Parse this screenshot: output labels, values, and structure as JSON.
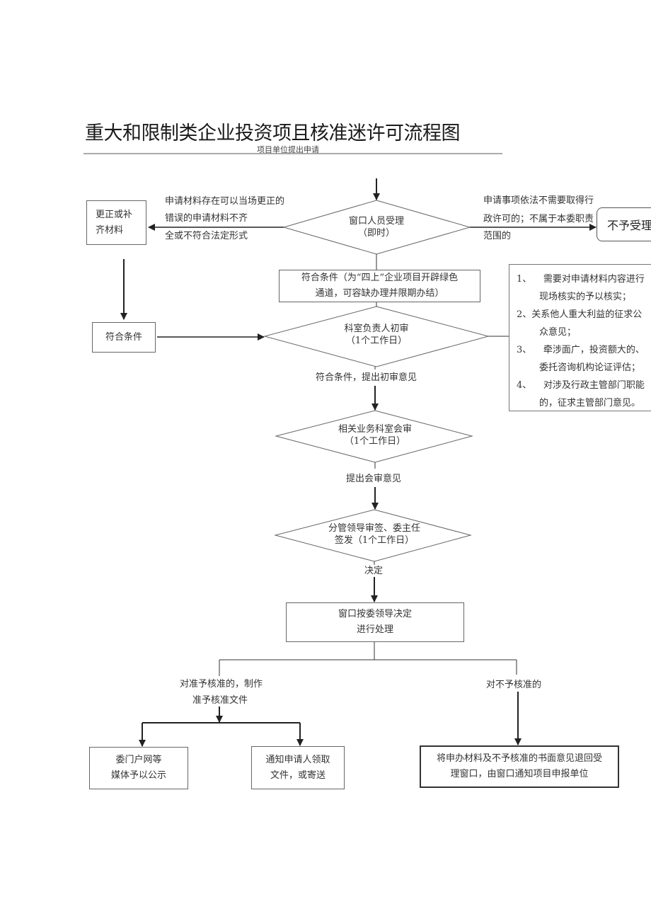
{
  "title": "重大和限制类企业投资项且核准迷许可流程图",
  "subtitle": "项目单位提出申请",
  "nodes": {
    "window_accept": {
      "line1": "窗口人员受理",
      "line2": "（即时）"
    },
    "conditions_green": {
      "line1": "符合条件（为“四上”企业项目开辟绿色",
      "line2": "通道，可容缺办理并限期办结）"
    },
    "chief_review": {
      "line1": "科室负责人初审",
      "line2": "（1个工作日）"
    },
    "joint_review": {
      "line1": "相关业务科室会审",
      "line2": "（1个工作日）"
    },
    "leader_sign": {
      "line1": "分管领导审签、委主任",
      "line2": "签发（1个工作日）"
    },
    "window_process": {
      "line1": "窗口按委领导决定",
      "line2": "进行处理"
    },
    "correct_materials": {
      "line1": "更正或补",
      "line2": "齐材料"
    },
    "meets_conditions": {
      "label": "符合条件"
    },
    "not_accept": {
      "label": "不予受理"
    },
    "publish": {
      "line1": "委门户网等",
      "line2": "媒体予以公示"
    },
    "notify_pickup": {
      "line1": "通知申请人领取",
      "line2": "文件，或寄送"
    },
    "return_materials": {
      "line1": "将申办材料及不予核准的书面意见退回受",
      "line2": "理窗口，由窗口通知项目申报单位"
    }
  },
  "labels": {
    "left_reason": [
      "申请材料存在可以当场更正的",
      "错误的申请材料不齐",
      "全或不符合法定形式"
    ],
    "right_reason": [
      "申请事项依法不需要取得行",
      "政许可的；不属于本委职责",
      "范围的"
    ],
    "pass_initial": "符合条件，提出初审意见",
    "joint_opinion": "提出会审意见",
    "decision": "决定",
    "approve": [
      "对准予核准的，制作",
      "准予核准文件"
    ],
    "reject": "对不予核准的"
  },
  "notes": [
    {
      "num": "1、",
      "line1": "需要对申请材料内容进行",
      "line2": "现场核实的予以核实；"
    },
    {
      "num": "2、",
      "line1": "关系他人重大利益的征求公",
      "line2": "众意见；"
    },
    {
      "num": "3、",
      "line1": "牵涉面广，投资额大的、",
      "line2": "委托咨询机构论证评估；"
    },
    {
      "num": "4、",
      "line1": "对涉及行政主管部门职能",
      "line2": "的，征求主管部门意见。"
    }
  ]
}
